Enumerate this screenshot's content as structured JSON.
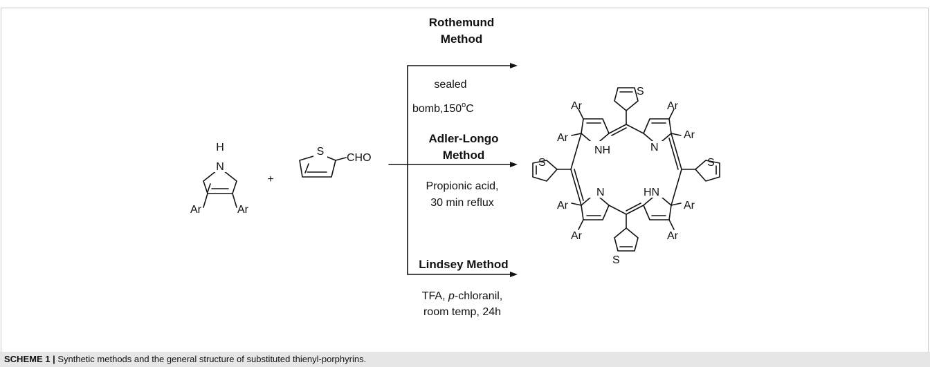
{
  "reactants": {
    "pyrrole": {
      "nh": "H",
      "n": "N",
      "ar_left": "Ar",
      "ar_right": "Ar"
    },
    "plus": "+",
    "thiophene": {
      "s": "S",
      "cho": "CHO"
    }
  },
  "methods": {
    "rothemund": {
      "name_line1": "Rothemund",
      "name_line2": "Method",
      "cond_line1": "sealed",
      "cond_line2_base": "bomb,150",
      "cond_line2_sup": "o",
      "cond_line2_end": "C"
    },
    "adler": {
      "name_line1": "Adler-Longo",
      "name_line2": "Method",
      "cond_line1": "Propionic acid,",
      "cond_line2": "30 min reflux"
    },
    "lindsey": {
      "name": "Lindsey Method",
      "cond_line1_pre": "TFA, ",
      "cond_line1_italic": "p",
      "cond_line1_post": "-chloranil,",
      "cond_line2": "room temp, 24h"
    }
  },
  "product": {
    "ar": "Ar",
    "s": "S",
    "nh": "NH",
    "n": "N",
    "hn": "HN"
  },
  "caption": {
    "label": "SCHEME 1 |",
    "text": " Synthetic methods and the general structure of substituted thienyl-porphyrins."
  }
}
